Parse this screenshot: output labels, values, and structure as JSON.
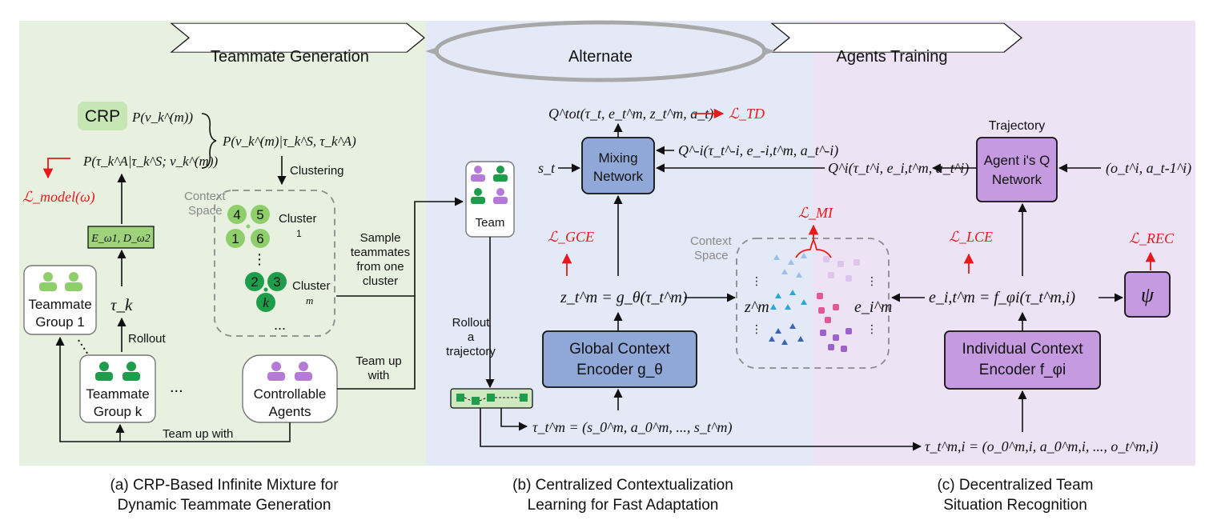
{
  "banners": {
    "teammate_generation": "Teammate Generation",
    "alternate": "Alternate",
    "agents_training": "Agents Training"
  },
  "panel_a": {
    "crp": "CRP",
    "p_vk": "P(v_k^(m))",
    "p_tau": "P(τ_k^A|τ_k^S; v_k^(m))",
    "p_post": "P(v_k^(m)|τ_k^S, τ_k^A)",
    "l_model": "ℒ_model(ω)",
    "encoder_decoder": "E_ω1, D_ω2",
    "tau_k": "τ_k",
    "rollout": "Rollout",
    "clustering": "Clustering",
    "context_space_1": "Context",
    "context_space_2": "Space",
    "cluster_1_label": "Cluster",
    "cluster_1_index": "1",
    "cluster_m_label": "Cluster",
    "cluster_m_index": "m",
    "cluster1_nodes": [
      "4",
      "5",
      "1",
      "6"
    ],
    "clusterm_nodes": [
      "2",
      "3",
      "k"
    ],
    "dots_vertical": "⋮",
    "dots_horizontal": "...",
    "teammate_group_1_line1": "Teammate",
    "teammate_group_1_line2": "Group 1",
    "teammate_group_k_line1": "Teammate",
    "teammate_group_k_line2": "Group k",
    "groups_ellipsis": "...",
    "controllable_line1": "Controllable",
    "controllable_line2": "Agents",
    "team_up_with_bottom": "Team up with",
    "sample_1": "Sample",
    "sample_2": "teammates",
    "sample_3": "from one",
    "sample_4": "cluster",
    "team_up_1": "Team up",
    "team_up_2": "with",
    "caption_1": "(a) CRP-Based Infinite Mixture for",
    "caption_2": "Dynamic Teammate Generation"
  },
  "panel_b": {
    "team": "Team",
    "q_tot": "Q^tot(τ_t, e_t^m, z_t^m, a_t)",
    "l_td": "ℒ_TD",
    "s_t": "s_t",
    "mixing_1": "Mixing",
    "mixing_2": "Network",
    "q_minus_i": "Q^-i(τ_t^-i, e_-i,t^m, a_t^-i)",
    "l_gce": "ℒ_GCE",
    "z_eq": "z_t^m = g_θ(τ_t^m)",
    "global_1": "Global Context",
    "global_2": "Encoder g_θ",
    "rollout_1": "Rollout",
    "rollout_2": "a",
    "rollout_3": "trajectory",
    "tau_m": "τ_t^m = (s_0^m, a_0^m, ..., s_t^m)",
    "caption_1": "(b) Centralized Contextualization",
    "caption_2": "Learning for Fast Adaptation"
  },
  "panel_c": {
    "trajectory": "Trajectory",
    "agent_q_1": "Agent i's Q",
    "agent_q_2": "Network",
    "obs": "(o_t^i, a_t-1^i)",
    "q_i": "Q^i(τ_t^i, e_i,t^m, a_t^i)",
    "l_mi": "ℒ_MI",
    "context_space_1": "Context",
    "context_space_2": "Space",
    "z_m": "z^m",
    "e_i_m": "e_i^m",
    "l_lce": "ℒ_LCE",
    "l_rec": "ℒ_REC",
    "e_eq": "e_i,t^m = f_φi(τ_t^m,i)",
    "psi": "ψ",
    "individual_1": "Individual Context",
    "individual_2": "Encoder f_φi",
    "tau_mi": "τ_t^m,i = (o_0^m,i, a_0^m,i, ..., o_t^m,i)",
    "caption_1": "(c) Decentralized Team",
    "caption_2": "Situation Recognition"
  },
  "colors": {
    "panel_a_bg": "#e8f1e0",
    "panel_b_bg": "#e3e9f6",
    "panel_c_bg": "#ede3f4",
    "green_node": "#1e9e4b",
    "light_green": "#8fcf6b",
    "blue_box": "#8fa8d8",
    "purple_box": "#c59ae0",
    "red": "#e8181c"
  }
}
